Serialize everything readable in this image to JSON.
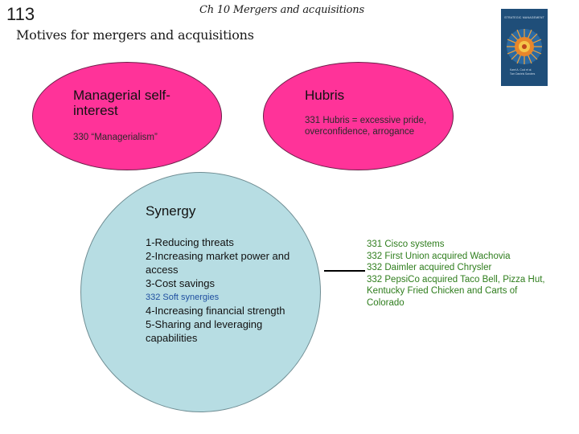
{
  "header": {
    "page_number": "113",
    "chapter": "Ch 10  Mergers and acquisitions",
    "subtitle": "Motives for mergers and acquisitions"
  },
  "book_cover": {
    "title": "STRATEGIC MANAGEMENT",
    "authors": [
      "Karel A. Cool et al.",
      "Tom Daniels Sanders"
    ],
    "color": "#1f4e79"
  },
  "managerial": {
    "title": "Managerial self-interest",
    "note": "330 “Managerialism”",
    "fill": "#ff3399"
  },
  "hubris": {
    "title": "Hubris",
    "note": "331 Hubris = excessive pride, overconfidence, arrogance",
    "fill": "#ff3399"
  },
  "synergy": {
    "title": "Synergy",
    "fill": "#b7dde3",
    "items_a": [
      "1-Reducing threats",
      "2-Increasing market power and access",
      "3-Cost savings"
    ],
    "soft_note": "332 Soft synergies",
    "items_b": [
      "4-Increasing financial strength",
      "5-Sharing and leveraging capabilities"
    ]
  },
  "examples": [
    "331 Cisco systems",
    "332 First Union acquired Wachovia",
    "332 Daimler acquired Chrysler",
    "332 PepsiCo acquired Taco Bell, Pizza Hut, Kentucky Fried Chicken and Carts of Colorado"
  ],
  "examples_color": "#2e7d1c"
}
